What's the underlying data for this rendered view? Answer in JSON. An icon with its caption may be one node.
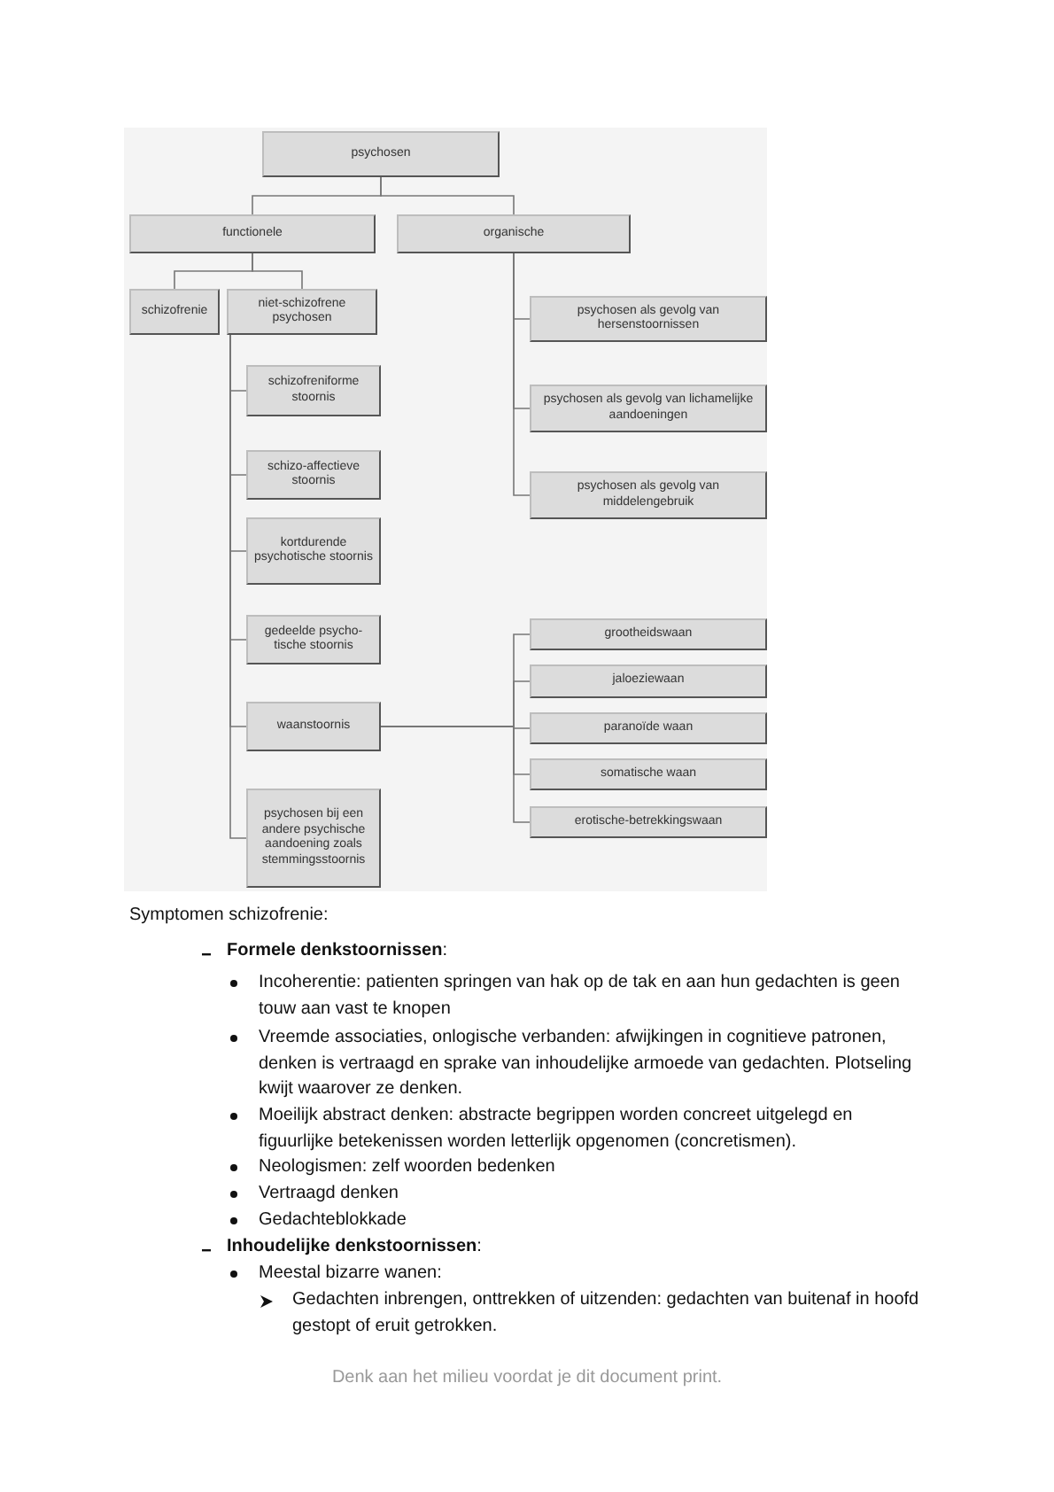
{
  "diagram": {
    "nodes": [
      {
        "text": [
          "psychosen"
        ]
      },
      {
        "text": [
          "functionele"
        ]
      },
      {
        "text": [
          "organische"
        ]
      },
      {
        "text": [
          "schizofrenie"
        ]
      },
      {
        "text": [
          "niet-schizofrene psychosen"
        ]
      },
      {
        "text": [
          "schizofreniforme stoornis"
        ]
      },
      {
        "text": [
          "schizo-affectieve stoornis"
        ]
      },
      {
        "text": [
          "kortdurende psychotische stoornis"
        ]
      },
      {
        "text": [
          "gedeelde psycho- tische stoornis"
        ]
      },
      {
        "text": [
          "waanstoornis"
        ]
      },
      {
        "text": [
          "psychosen bij een andere psychische aandoening zoals stemmingsstoornis"
        ]
      },
      {
        "text": [
          "psychosen als gevolg van hersenstoornissen"
        ]
      },
      {
        "text": [
          "psychosen als gevolg van lichamelijke aandoeningen"
        ]
      },
      {
        "text": [
          "psychosen als gevolg van middelengebruik"
        ]
      },
      {
        "text": [
          "grootheidswaan"
        ]
      },
      {
        "text": [
          "jaloeziewaan"
        ]
      },
      {
        "text": [
          "paranoïde waan"
        ]
      },
      {
        "text": [
          "somatische waan"
        ]
      },
      {
        "text": [
          "erotische-betrekkingswaan"
        ]
      }
    ],
    "edges": [
      {
        "from": 0,
        "to": 1,
        "arrow": "none"
      },
      {
        "from": 0,
        "to": 2,
        "arrow": "none"
      },
      {
        "from": 1,
        "to": 3,
        "arrow": "none"
      },
      {
        "from": 1,
        "to": 4,
        "arrow": "none"
      },
      {
        "from": 4,
        "to": 5,
        "arrow": "none"
      },
      {
        "from": 4,
        "to": 6,
        "arrow": "none"
      },
      {
        "from": 4,
        "to": 7,
        "arrow": "none"
      },
      {
        "from": 4,
        "to": 8,
        "arrow": "none"
      },
      {
        "from": 4,
        "to": 9,
        "arrow": "none"
      },
      {
        "from": 4,
        "to": 10,
        "arrow": "none"
      },
      {
        "from": 2,
        "to": 11,
        "arrow": "none"
      },
      {
        "from": 2,
        "to": 12,
        "arrow": "none"
      },
      {
        "from": 2,
        "to": 13,
        "arrow": "none"
      },
      {
        "from": 9,
        "to": 14,
        "arrow": "none"
      },
      {
        "from": 9,
        "to": 15,
        "arrow": "none"
      },
      {
        "from": 9,
        "to": 16,
        "arrow": "none"
      },
      {
        "from": 9,
        "to": 17,
        "arrow": "none"
      },
      {
        "from": 9,
        "to": 18,
        "arrow": "none"
      }
    ],
    "labels": [
      "Symptomen schizofrenie:",
      "**Formele denkstoornissen**:",
      "Incoherentie: patienten springen van hak op de tak en aan hun gedachten is geen touw aan vast te knopen",
      "Vreemde associaties, onlogische verbanden: afwijkingen in cognitieve patronen, denken is vertraagd en sprake van inhoudelijke armoede van gedachten. Plotseling kwijt waarover ze denken.",
      "Moeilijk abstract denken: abstracte begrippen worden concreet uitgelegd en figuurlijke betekenissen worden letterlijk opgenomen (concretismen).",
      "Neologismen: zelf woorden bedenken",
      "Vertraagd denken",
      "Gedachteblokkade",
      "**Inhoudelijke denkstoornissen**:",
      "Meestal bizarre wanen:",
      "Gedachten inbrengen, onttrekken of uitzenden: gedachten van buitenaf in hoofd gestopt of eruit getrokken.",
      "Denk aan het milieu voordat je dit document print."
    ]
  }
}
